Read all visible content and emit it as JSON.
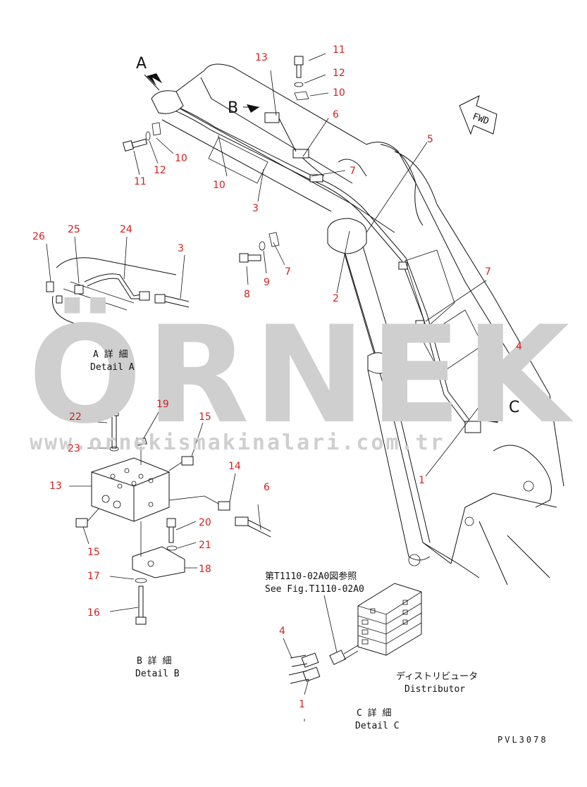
{
  "views": {
    "A": "A",
    "B": "B",
    "C": "C",
    "fwd": "FWD"
  },
  "callouts": {
    "c11a": "11",
    "c12a": "12",
    "c10a": "10",
    "c13": "13",
    "c6": "6",
    "c5": "5",
    "c7a": "7",
    "c10b": "10",
    "c12b": "12",
    "c11b": "11",
    "c10c": "10",
    "c3a": "3",
    "c26": "26",
    "c25": "25",
    "c24": "24",
    "c3b": "3",
    "c8": "8",
    "c9": "9",
    "c7b": "7",
    "c2": "2",
    "c7c": "7",
    "c4": "4",
    "c1": "1",
    "c22": "22",
    "c19": "19",
    "c15a": "15",
    "c23": "23",
    "c14": "14",
    "c13b": "13",
    "c6b": "6",
    "c15b": "15",
    "c20": "20",
    "c21": "21",
    "c17": "17",
    "c18": "18",
    "c16": "16",
    "c4b": "4",
    "c1b": "1"
  },
  "details": {
    "a_jp": "A 詳 細",
    "a_en": "Detail A",
    "b_jp": "B 詳 細",
    "b_en": "Detail B",
    "c_jp": "C 詳 細",
    "c_en": "Detail C"
  },
  "reference": {
    "jp": "第T1110-02A0図参照",
    "en": "See Fig.T1110-02A0"
  },
  "distributor": {
    "jp": "ディストリビュータ",
    "en": "Distributor"
  },
  "drawing_code": "PVL3078",
  "watermark": {
    "brand": "ÖRNEK",
    "url": "www.ornekismakinalari.com.tr"
  },
  "colors": {
    "callout": "#d42020",
    "line": "#111111",
    "watermark": "#cfcfcf"
  }
}
